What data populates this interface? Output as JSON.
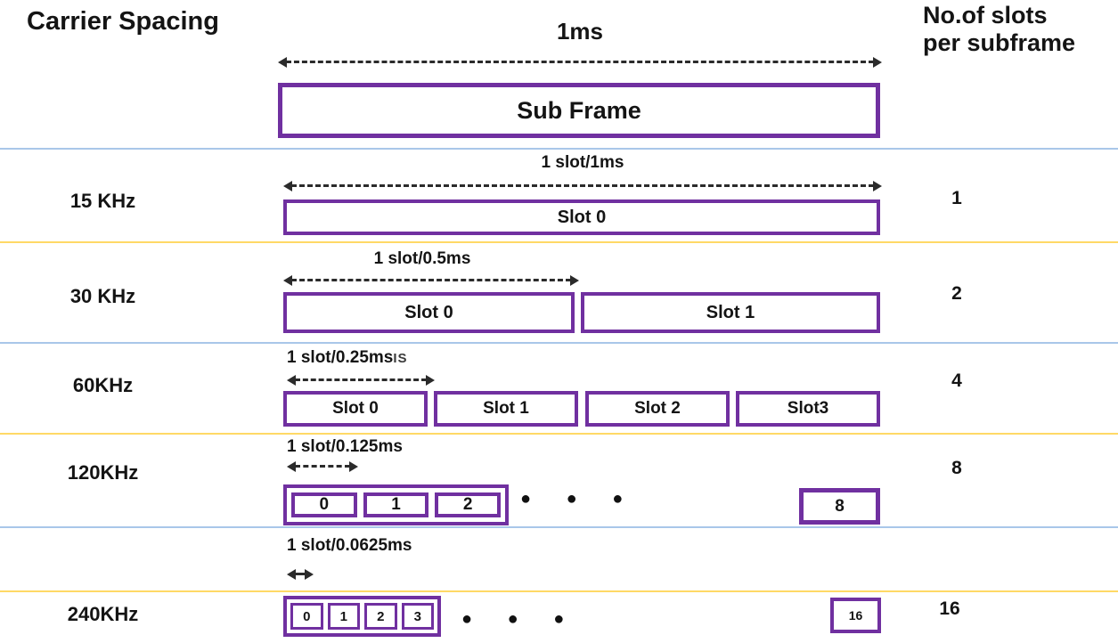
{
  "page": {
    "title_left": "Carrier Spacing",
    "title_right_line1": "No.of slots",
    "title_right_line2": "per subframe"
  },
  "subframe": {
    "duration": "1ms",
    "label": "Sub Frame"
  },
  "rows": [
    {
      "carrier": "15 KHz",
      "slot_duration": "1 slot/1ms",
      "slots": [
        "Slot 0"
      ],
      "count": "1"
    },
    {
      "carrier": "30 KHz",
      "slot_duration": "1 slot/0.5ms",
      "slots": [
        "Slot 0",
        "Slot 1"
      ],
      "count": "2"
    },
    {
      "carrier": "60KHz",
      "slot_duration": "1 slot/0.25ms",
      "artifact": "IS",
      "slots": [
        "Slot 0",
        "Slot 1",
        "Slot 2",
        "Slot3"
      ],
      "count": "4"
    },
    {
      "carrier": "120KHz",
      "slot_duration": "1 slot/0.125ms",
      "slots": [
        "0",
        "1",
        "2"
      ],
      "dots": "● ● ●",
      "last_slot": "8",
      "count": "8"
    },
    {
      "carrier": "240KHz",
      "slot_duration": "1 slot/0.0625ms",
      "slots": [
        "0",
        "1",
        "2",
        "3"
      ],
      "dots": "● ● ●",
      "last_slot": "16",
      "count": "16"
    }
  ],
  "colors": {
    "box_border": "#7030A0",
    "separator_blue": "#A9C7E9",
    "separator_yellow": "#FFD966",
    "arrow": "#2B2B2B",
    "text": "#141414"
  }
}
